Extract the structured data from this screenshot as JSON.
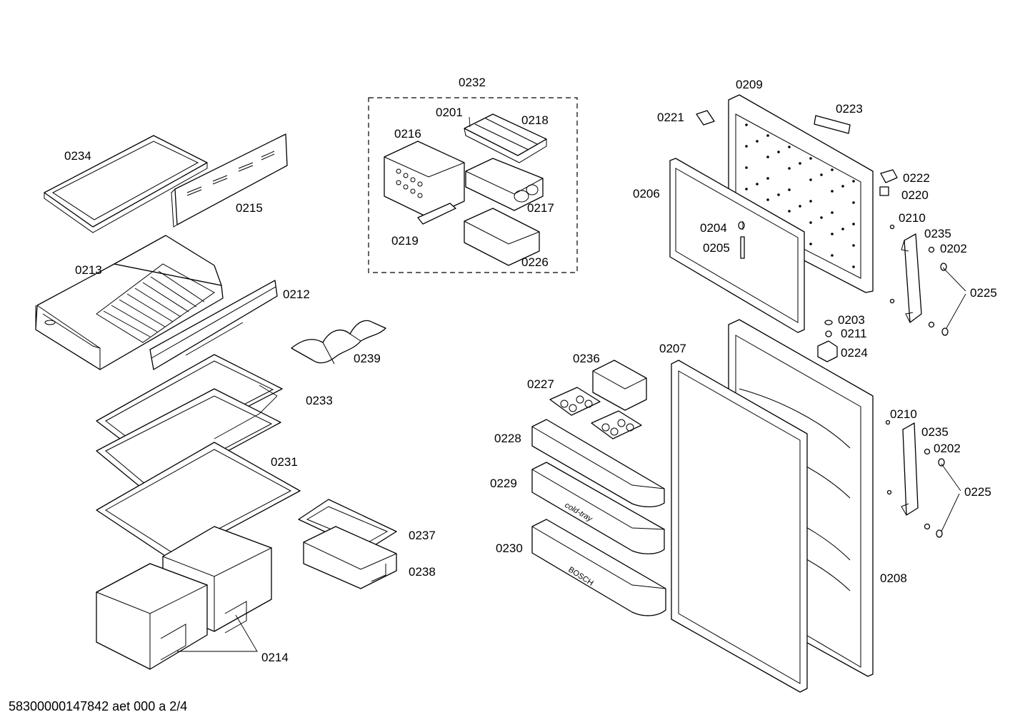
{
  "callouts": [
    {
      "id": "0201",
      "label": "0201"
    },
    {
      "id": "0202",
      "label": "0202"
    },
    {
      "id": "0202b",
      "label": "0202"
    },
    {
      "id": "0203",
      "label": "0203"
    },
    {
      "id": "0204",
      "label": "0204"
    },
    {
      "id": "0205",
      "label": "0205"
    },
    {
      "id": "0206",
      "label": "0206"
    },
    {
      "id": "0207",
      "label": "0207"
    },
    {
      "id": "0208",
      "label": "0208"
    },
    {
      "id": "0209",
      "label": "0209"
    },
    {
      "id": "0210",
      "label": "0210"
    },
    {
      "id": "0210b",
      "label": "0210"
    },
    {
      "id": "0211",
      "label": "0211"
    },
    {
      "id": "0212",
      "label": "0212"
    },
    {
      "id": "0213",
      "label": "0213"
    },
    {
      "id": "0214",
      "label": "0214"
    },
    {
      "id": "0215",
      "label": "0215"
    },
    {
      "id": "0216",
      "label": "0216"
    },
    {
      "id": "0217",
      "label": "0217"
    },
    {
      "id": "0218",
      "label": "0218"
    },
    {
      "id": "0219",
      "label": "0219"
    },
    {
      "id": "0220",
      "label": "0220"
    },
    {
      "id": "0221",
      "label": "0221"
    },
    {
      "id": "0222",
      "label": "0222"
    },
    {
      "id": "0223",
      "label": "0223"
    },
    {
      "id": "0224",
      "label": "0224"
    },
    {
      "id": "0225",
      "label": "0225"
    },
    {
      "id": "0225b",
      "label": "0225"
    },
    {
      "id": "0226",
      "label": "0226"
    },
    {
      "id": "0227",
      "label": "0227"
    },
    {
      "id": "0228",
      "label": "0228"
    },
    {
      "id": "0229",
      "label": "0229"
    },
    {
      "id": "0230",
      "label": "0230"
    },
    {
      "id": "0231",
      "label": "0231"
    },
    {
      "id": "0232",
      "label": "0232"
    },
    {
      "id": "0233",
      "label": "0233"
    },
    {
      "id": "0234",
      "label": "0234"
    },
    {
      "id": "0235",
      "label": "0235"
    },
    {
      "id": "0235b",
      "label": "0235"
    },
    {
      "id": "0236",
      "label": "0236"
    },
    {
      "id": "0237",
      "label": "0237"
    },
    {
      "id": "0238",
      "label": "0238"
    },
    {
      "id": "0239",
      "label": "0239"
    }
  ],
  "part_markings": {
    "cold_tray": "cold-tray",
    "brand": "BOSCH"
  },
  "footer": {
    "document_id": "58300000147842 aet 000 a 2/4"
  }
}
